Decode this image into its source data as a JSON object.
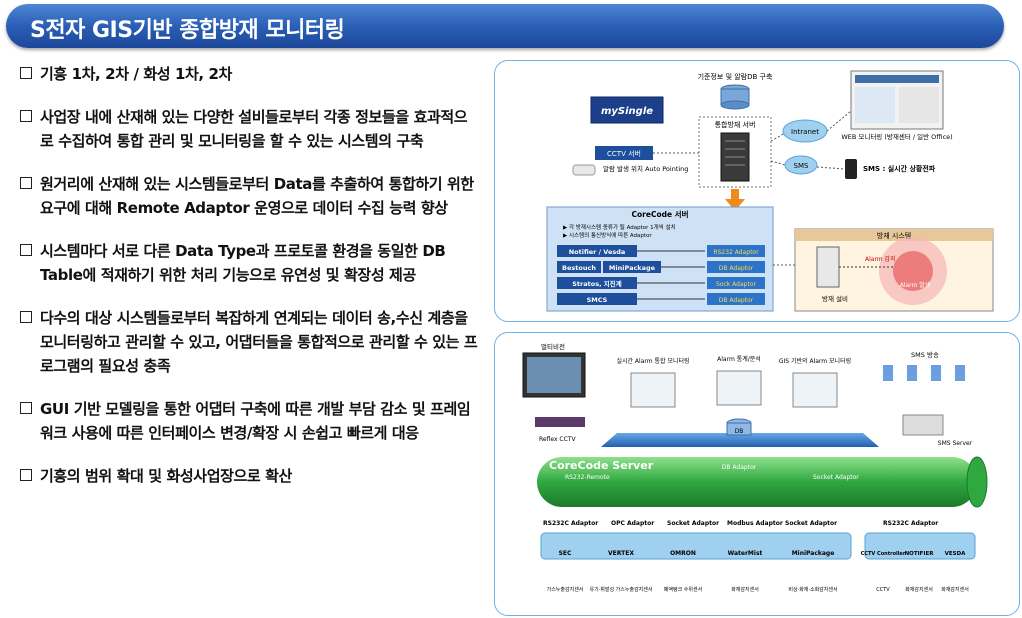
{
  "title": "S전자 GIS기반 종합방재 모니터링",
  "bullets": [
    "기흥 1차, 2차 / 화성 1차, 2차",
    "사업장 내에 산재해 있는 다양한 설비들로부터 각종 정보들을 효과적으로 수집하여 통합 관리 및 모니터링을 할 수 있는 시스템의 구축",
    "원거리에 산재해 있는 시스템들로부터 Data를 추출하여 통합하기 위한 요구에 대해 Remote Adaptor 운영으로 데이터 수집 능력 향상",
    "시스템마다 서로 다른 Data Type과 프로토콜 환경을 동일한 DB Table에 적재하기 위한 처리 기능으로 유연성 및 확장성 제공",
    "다수의 대상 시스템들로부터 복잡하게 연계되는 데이터 송,수신 계층을 모니터링하고 관리할 수 있고, 어댑터들을 통합적으로 관리할 수 있는 프로그램의 필요성 충족",
    "GUI 기반 모델링을 통한 어댑터 구축에 따른 개발 부담 감소 및 프레임워크 사용에 따른 인터페이스 변경/확장 시 손쉽고 빠르게 대응",
    "기흥의 범위 확대 및 화성사업장으로 확산"
  ],
  "diagram1": {
    "db_label": "기준정보 및 알람DB 구축",
    "mysingle": "mySingle",
    "server_label": "통합방재 서버",
    "cctv_server": "CCTV 서버",
    "auto_point": "알람 발생 위치 Auto Pointing",
    "intranet": "Intranet",
    "sms": "SMS",
    "web_monitor": "WEB 모니터링 (방재센터 / 일반 Office)",
    "sms_call": "SMS : 실시간 상황전파",
    "corecode_title": "CoreCode 서버",
    "corecode_note1": "▶ 각 방재시스템 종류가 될 Adaptor 1개씩 설치",
    "corecode_note2": "▶ 시스템의 통신방식에 따른 Adaptor",
    "sources": [
      "Notifier / Vesda",
      "Bestouch",
      "MiniPackage",
      "Stratos, 지진계",
      "SMCS"
    ],
    "adaptors": [
      "RS232 Adaptor",
      "DB Adaptor",
      "Sock Adaptor",
      "DB Adaptor"
    ],
    "facility_title": "방재 시스템",
    "facility_label": "방재 설비",
    "alarm_detect": "Alarm 감지",
    "alarm_raise": "Alarm 발생"
  },
  "diagram2": {
    "multivision": "멀티비전",
    "monitor1": "실시간 Alarm 통합 모니터링",
    "monitor2": "Alarm 통계/분석",
    "monitor3": "GIS 기반의 Alarm 모니터링",
    "sms_broadcast": "SMS 방송",
    "db": "DB",
    "sms_server": "SMS Server",
    "reflex": "Reflex CCTV",
    "server": "CoreCode Server",
    "db_adaptor": "DB Adaptor",
    "rs232_remote": "RS232-Remote",
    "socket_adaptor": "Socket Adaptor",
    "bottom_adaptors": [
      "RS232C Adaptor",
      "OPC Adaptor",
      "Socket Adaptor",
      "Modbus Adaptor",
      "Socket Adaptor",
      "RS232C Adaptor"
    ],
    "systems_left": [
      "SEC",
      "VERTEX",
      "OMRON",
      "WaterMist",
      "MiniPackage"
    ],
    "systems_right": [
      "CCTV Controller",
      "NOTIFIER",
      "VESDA"
    ],
    "sensors_left": [
      "가스누출감지센서",
      "유기·휘발성 가스누출감지센서",
      "폐액탱크 수위센서",
      "화재감지센서",
      "비상·화재·소화감지센서"
    ],
    "sensors_right": [
      "CCTV",
      "화재감지센서",
      "화재감지센서"
    ]
  },
  "colors": {
    "title_bg": "#2a5fb5",
    "panel_border": "#6fb0e6",
    "pipe": "#2fa840",
    "server": "#5b7fc0"
  }
}
